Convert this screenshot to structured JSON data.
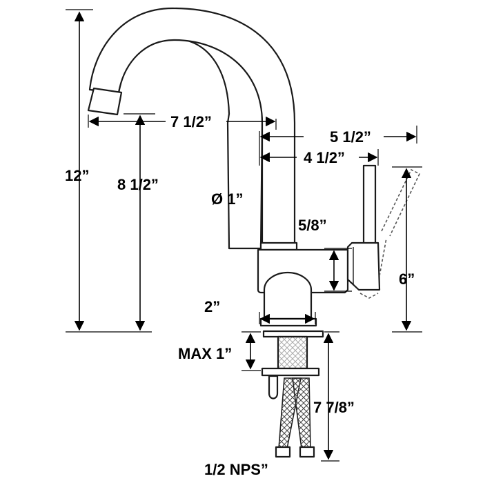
{
  "labels": {
    "height_total": "12”",
    "spout_reach": "7 1/2”",
    "spout_height": "8 1/2”",
    "body_diameter": "Ø 1”",
    "handle_reach_outer": "5 1/2”",
    "handle_reach_inner": "4 1/2”",
    "handle_block": "5/8”",
    "handle_height": "6”",
    "base_width": "2”",
    "max_deck": "MAX 1”",
    "supply_length": "7 7/8”",
    "connection": "1/2 NPS”"
  },
  "colors": {
    "line": "#000000",
    "outline": "#1a1a1a",
    "dashed": "#555555"
  }
}
